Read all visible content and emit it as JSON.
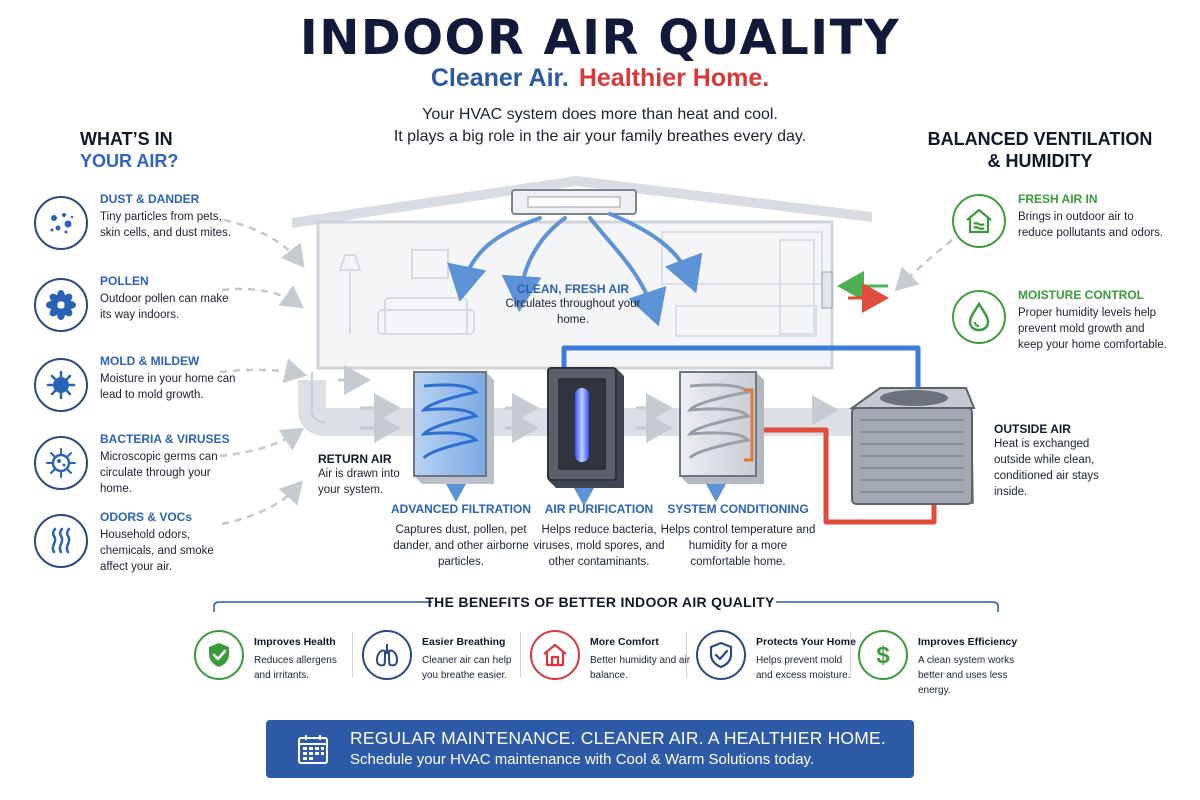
{
  "header": {
    "title": "INDOOR AIR QUALITY",
    "subtitle_blue": "Cleaner Air.",
    "subtitle_red": "Healthier Home.",
    "intro_line1": "Your HVAC system does more than heat and cool.",
    "intro_line2": "It plays a big role in the air your family breathes every day."
  },
  "left": {
    "heading_line1": "WHAT’S IN",
    "heading_line2": "YOUR AIR?",
    "items": [
      {
        "title": "DUST & DANDER",
        "desc": "Tiny particles from pets, skin cells, and dust mites.",
        "icon": "dust-icon"
      },
      {
        "title": "POLLEN",
        "desc": "Outdoor pollen can make its way indoors.",
        "icon": "pollen-icon"
      },
      {
        "title": "MOLD & MILDEW",
        "desc": "Moisture in your home can lead to mold growth.",
        "icon": "mold-icon"
      },
      {
        "title": "BACTERIA & VIRUSES",
        "desc": "Microscopic germs can circulate through your home.",
        "icon": "bacteria-icon"
      },
      {
        "title": "ODORS & VOCs",
        "desc": "Household odors, chemicals, and smoke affect your air.",
        "icon": "odor-icon"
      }
    ]
  },
  "right": {
    "heading_line1": "BALANCED VENTILATION",
    "heading_line2": "& HUMIDITY",
    "items": [
      {
        "title": "FRESH AIR IN",
        "desc": "Brings in outdoor air to reduce pollutants and odors.",
        "icon": "house-air-icon"
      },
      {
        "title": "MOISTURE CONTROL",
        "desc": "Proper humidity levels help prevent mold growth and keep your home comfortable.",
        "icon": "water-drop-icon"
      }
    ]
  },
  "diagram": {
    "clean_air": {
      "title": "CLEAN, FRESH AIR",
      "desc": "Circulates throughout your home."
    },
    "return_air": {
      "title": "RETURN AIR",
      "desc": "Air is drawn into your system."
    },
    "outside_air": {
      "title": "OUTSIDE AIR",
      "desc": "Heat is exchanged outside while clean, conditioned air stays inside."
    },
    "components": [
      {
        "title": "ADVANCED FILTRATION",
        "desc": "Captures dust, pollen, pet dander, and other airborne particles."
      },
      {
        "title": "AIR PURIFICATION",
        "desc": "Helps reduce bacteria, viruses, mold spores, and other contaminants."
      },
      {
        "title": "SYSTEM CONDITIONING",
        "desc": "Helps control temperature and humidity for a more comfortable home."
      }
    ]
  },
  "benefits": {
    "title": "THE BENEFITS OF BETTER INDOOR AIR QUALITY",
    "items": [
      {
        "title": "Improves Health",
        "desc": "Reduces allergens and irritants.",
        "icon": "shield-check-icon"
      },
      {
        "title": "Easier Breathing",
        "desc": "Cleaner air can help you breathe easier.",
        "icon": "lungs-icon"
      },
      {
        "title": "More Comfort",
        "desc": "Better humidity and air balance.",
        "icon": "home-icon"
      },
      {
        "title": "Protects Your Home",
        "desc": "Helps prevent mold and excess moisture.",
        "icon": "shield-icon"
      },
      {
        "title": "Improves Efficiency",
        "desc": "A clean system works better and uses less energy.",
        "icon": "dollar-icon"
      }
    ]
  },
  "banner": {
    "line1": "REGULAR MAINTENANCE. CLEANER AIR. A HEALTHIER HOME.",
    "line2": "Schedule your HVAC maintenance with Cool & Warm Solutions today."
  },
  "colors": {
    "navy": "#121a3a",
    "blue": "#2a63b6",
    "red": "#d8383a",
    "green": "#3a9b3a",
    "banner": "#2d5ba8"
  }
}
